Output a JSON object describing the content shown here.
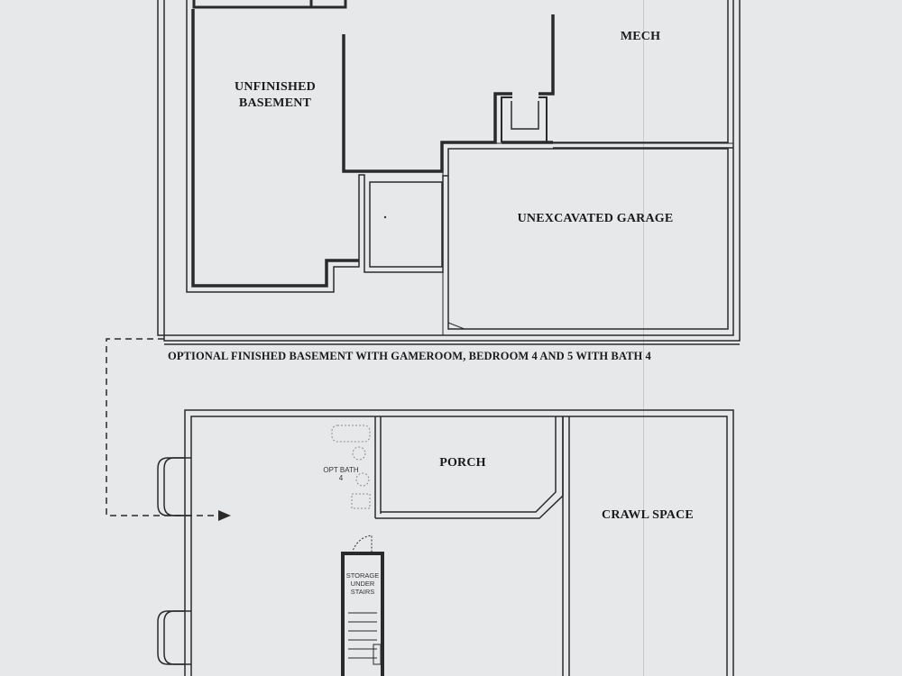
{
  "labels": {
    "mech": "MECH",
    "unfinished_basement_line1": "UNFINISHED",
    "unfinished_basement_line2": "BASEMENT",
    "unexcavated_garage": "UNEXCAVATED GARAGE",
    "caption": "OPTIONAL FINISHED BASEMENT WITH GAMEROOM, BEDROOM 4 AND 5 WITH BATH 4",
    "porch": "PORCH",
    "crawl_space": "CRAWL SPACE",
    "opt_bath_line1": "OPT BATH",
    "opt_bath_line2": "4",
    "storage_line1": "STORAGE",
    "storage_line2": "UNDER",
    "storage_line3": "STAIRS"
  },
  "colors": {
    "paper": "#e6e8ea",
    "wall": "#1f1f1f",
    "thin_line": "#3a3a3a"
  }
}
